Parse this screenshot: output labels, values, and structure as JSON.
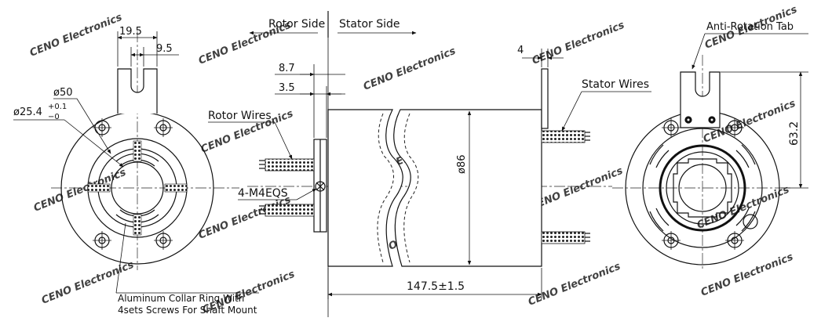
{
  "labels": {
    "rotor_side": "Rotor Side",
    "stator_side": "Stator Side",
    "rotor_wires": "Rotor Wires",
    "stator_wires": "Stator Wires",
    "anti_rotation_tab": "Anti-Rotation Tab",
    "screws": "4-M4EQS",
    "collar_line1": "Aluminum Collar Ring With",
    "collar_line2": "4sets Screws For Shaft Mount"
  },
  "dimensions": {
    "tab_width": "19.5",
    "tab_slot": "9.5",
    "outer_diameter": "ø50",
    "bore_diameter": "ø25.4",
    "bore_tol_upper": "+0.1",
    "bore_tol_lower": "−0",
    "flange_width": "8.7",
    "flange_thickness": "3.5",
    "stator_tab_thickness": "4",
    "body_diameter": "ø86",
    "body_length": "147.5±1.5",
    "tab_height": "63.2"
  },
  "watermark": "CENO Electronics",
  "colors": {
    "line": "#111111",
    "watermark": "#a9c4df"
  }
}
